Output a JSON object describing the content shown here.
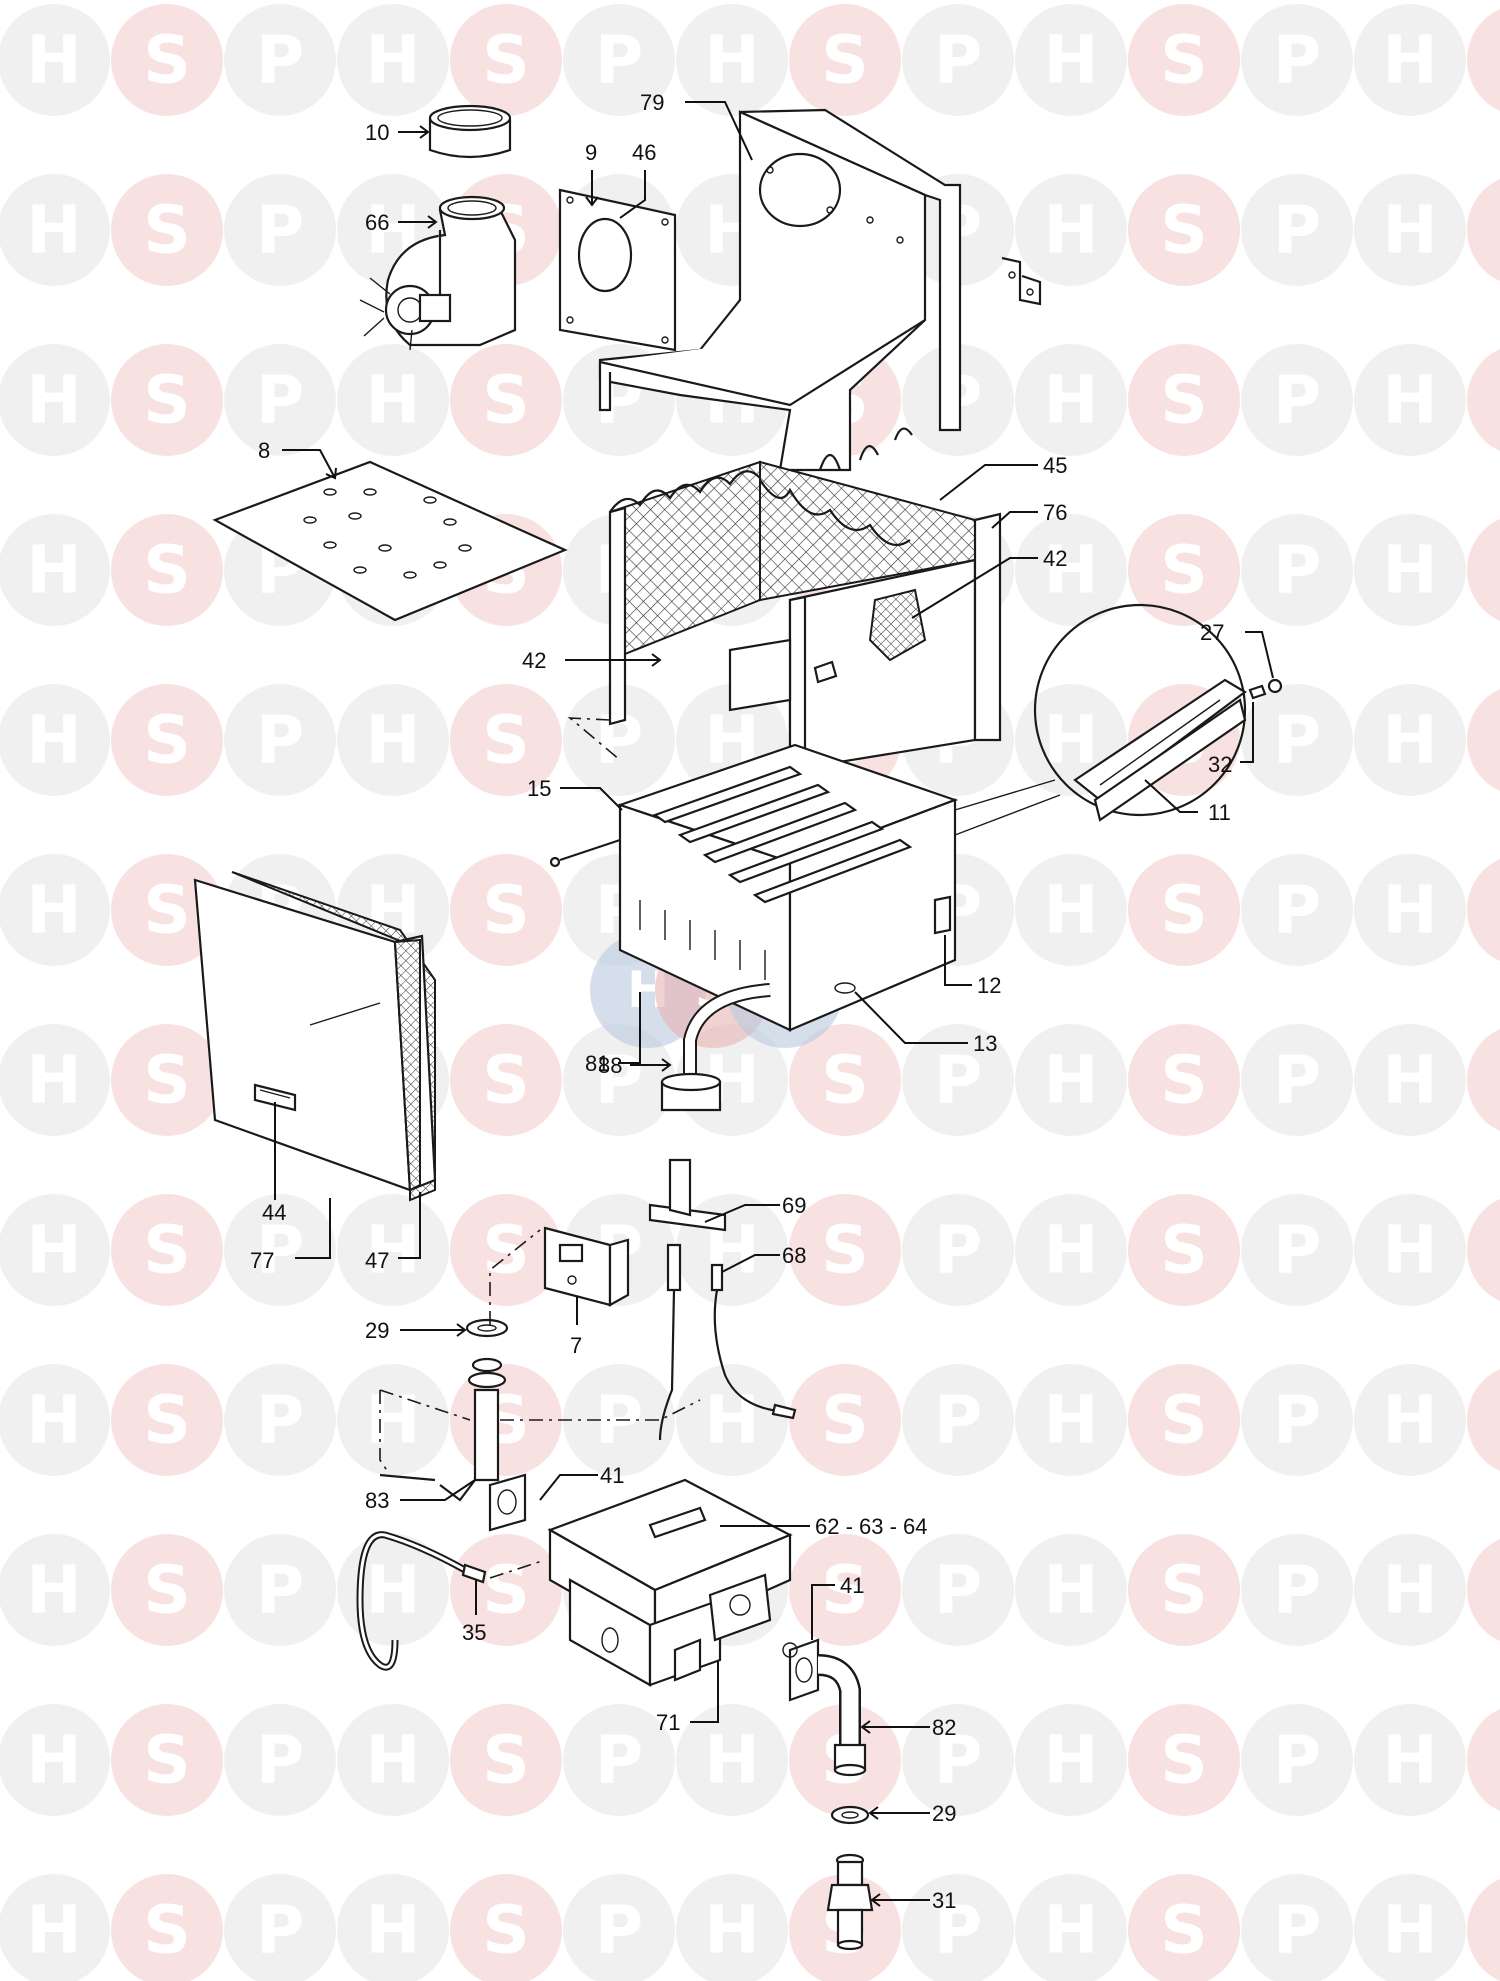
{
  "watermark": {
    "letters": [
      "H",
      "S",
      "P"
    ],
    "colors": {
      "H": "#e3e3e6",
      "S": "#f2c9c9",
      "P": "#e3e3e6"
    }
  },
  "center_watermark": {
    "letters": [
      "H",
      "S",
      "P"
    ],
    "colors": {
      "H": "#b9c9e0",
      "S": "#eab3b3",
      "P": "#b9c9e0"
    }
  },
  "callouts": [
    {
      "id": "c10",
      "label": "10"
    },
    {
      "id": "c66",
      "label": "66"
    },
    {
      "id": "c9",
      "label": "9"
    },
    {
      "id": "c46",
      "label": "46"
    },
    {
      "id": "c79",
      "label": "79"
    },
    {
      "id": "c8",
      "label": "8"
    },
    {
      "id": "c45",
      "label": "45"
    },
    {
      "id": "c76",
      "label": "76"
    },
    {
      "id": "c42a",
      "label": "42"
    },
    {
      "id": "c42b",
      "label": "42"
    },
    {
      "id": "c27",
      "label": "27"
    },
    {
      "id": "c32",
      "label": "32"
    },
    {
      "id": "c11",
      "label": "11"
    },
    {
      "id": "c15",
      "label": "15"
    },
    {
      "id": "c12",
      "label": "12"
    },
    {
      "id": "c81",
      "label": "81"
    },
    {
      "id": "c13",
      "label": "13"
    },
    {
      "id": "c88",
      "label": "88"
    },
    {
      "id": "c44",
      "label": "44"
    },
    {
      "id": "c77",
      "label": "77"
    },
    {
      "id": "c47",
      "label": "47"
    },
    {
      "id": "c69",
      "label": "69"
    },
    {
      "id": "c68",
      "label": "68"
    },
    {
      "id": "c7",
      "label": "7"
    },
    {
      "id": "c29a",
      "label": "29"
    },
    {
      "id": "c83",
      "label": "83"
    },
    {
      "id": "c41a",
      "label": "41"
    },
    {
      "id": "c62",
      "label": "62 - 63 - 64"
    },
    {
      "id": "c35",
      "label": "35"
    },
    {
      "id": "c41b",
      "label": "41"
    },
    {
      "id": "c71",
      "label": "71"
    },
    {
      "id": "c82",
      "label": "82"
    },
    {
      "id": "c29b",
      "label": "29"
    },
    {
      "id": "c31",
      "label": "31"
    }
  ]
}
